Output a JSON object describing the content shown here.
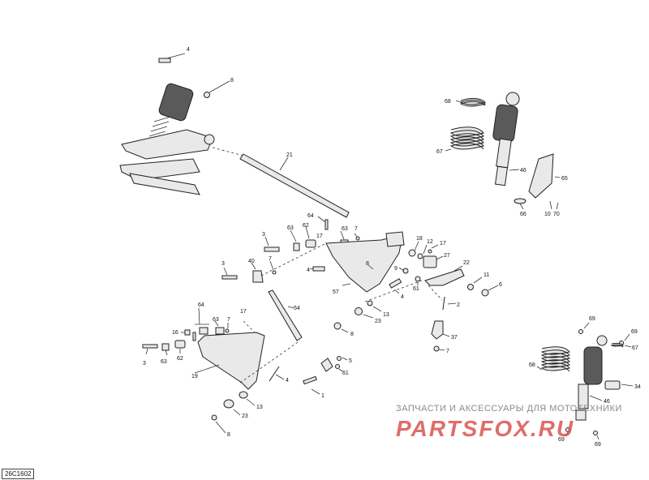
{
  "drawing_code": "26C1602",
  "watermark": {
    "text": "ЗАПЧАСТИ И АКСЕССУАРЫ ДЛЯ МОТОТЕХНИКИ",
    "logo": "PARTSFOX.RU",
    "logo_color": "#d9534f"
  },
  "callouts": [
    {
      "id": "c4a",
      "label": "4"
    },
    {
      "id": "c8a",
      "label": "8"
    },
    {
      "id": "c21",
      "label": "21"
    },
    {
      "id": "c68a",
      "label": "68"
    },
    {
      "id": "c67a",
      "label": "67"
    },
    {
      "id": "c46a",
      "label": "46"
    },
    {
      "id": "c65",
      "label": "65"
    },
    {
      "id": "c66",
      "label": "66"
    },
    {
      "id": "c10",
      "label": "10"
    },
    {
      "id": "c70",
      "label": "70"
    },
    {
      "id": "c64a",
      "label": "64"
    },
    {
      "id": "c63a",
      "label": "63"
    },
    {
      "id": "c62a",
      "label": "62"
    },
    {
      "id": "c7a",
      "label": "7"
    },
    {
      "id": "c3a",
      "label": "3"
    },
    {
      "id": "c17a",
      "label": "17"
    },
    {
      "id": "c63b",
      "label": "63"
    },
    {
      "id": "c18",
      "label": "18"
    },
    {
      "id": "c12",
      "label": "12"
    },
    {
      "id": "c17b",
      "label": "17"
    },
    {
      "id": "c27",
      "label": "27"
    },
    {
      "id": "c3b",
      "label": "3"
    },
    {
      "id": "c40",
      "label": "40"
    },
    {
      "id": "c7b",
      "label": "7"
    },
    {
      "id": "c4b",
      "label": "4"
    },
    {
      "id": "c8b",
      "label": "8"
    },
    {
      "id": "c9",
      "label": "9"
    },
    {
      "id": "c57",
      "label": "57"
    },
    {
      "id": "c4c",
      "label": "4"
    },
    {
      "id": "c61a",
      "label": "61"
    },
    {
      "id": "c22",
      "label": "22"
    },
    {
      "id": "c11",
      "label": "11"
    },
    {
      "id": "c6",
      "label": "6"
    },
    {
      "id": "c2",
      "label": "2"
    },
    {
      "id": "c13a",
      "label": "13"
    },
    {
      "id": "c23a",
      "label": "23"
    },
    {
      "id": "c54",
      "label": "54"
    },
    {
      "id": "c37",
      "label": "37"
    },
    {
      "id": "c7c",
      "label": "7"
    },
    {
      "id": "c8c",
      "label": "8"
    },
    {
      "id": "c64b",
      "label": "64"
    },
    {
      "id": "c17c",
      "label": "17"
    },
    {
      "id": "c16",
      "label": "16"
    },
    {
      "id": "c63c",
      "label": "63"
    },
    {
      "id": "c7d",
      "label": "7"
    },
    {
      "id": "c3c",
      "label": "3"
    },
    {
      "id": "c63d",
      "label": "63"
    },
    {
      "id": "c62b",
      "label": "62"
    },
    {
      "id": "c19",
      "label": "19"
    },
    {
      "id": "c5",
      "label": "5"
    },
    {
      "id": "c61b",
      "label": "61"
    },
    {
      "id": "c4d",
      "label": "4"
    },
    {
      "id": "c1",
      "label": "1"
    },
    {
      "id": "c13b",
      "label": "13"
    },
    {
      "id": "c23b",
      "label": "23"
    },
    {
      "id": "c8d",
      "label": "8"
    },
    {
      "id": "c69a",
      "label": "69"
    },
    {
      "id": "c69b",
      "label": "69"
    },
    {
      "id": "c68b",
      "label": "68"
    },
    {
      "id": "c67b",
      "label": "67"
    },
    {
      "id": "c34",
      "label": "34"
    },
    {
      "id": "c46b",
      "label": "46"
    },
    {
      "id": "c69c",
      "label": "69"
    },
    {
      "id": "c69d",
      "label": "69"
    }
  ]
}
